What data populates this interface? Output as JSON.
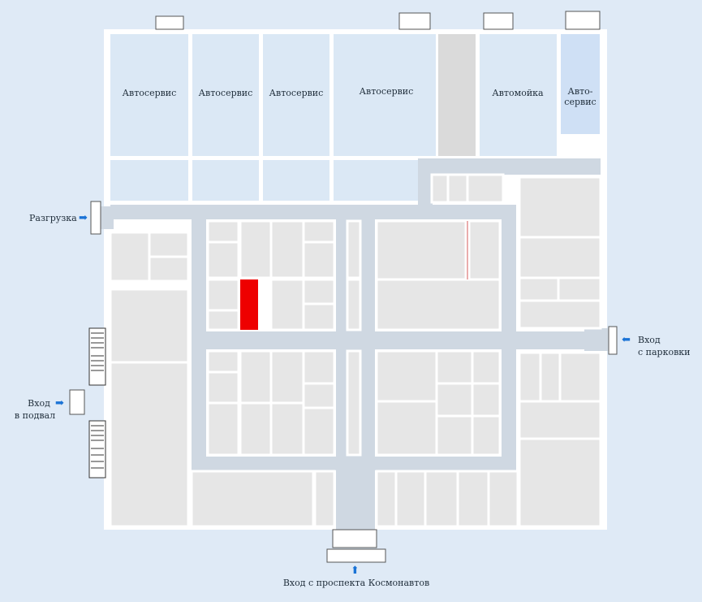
{
  "colors": {
    "background": "#dfeaf6",
    "wall": "#ffffff",
    "room": "#e6e6e6",
    "corridor": "#cfd8e2",
    "service_room": "#dbe8f5",
    "highlight": "#ee0000",
    "arrow": "#1a73d6"
  },
  "rooms": {
    "autoservice_1": "Автосервис",
    "autoservice_2": "Автосервис",
    "autoservice_3": "Автосервис",
    "autoservice_4": "Автосервис",
    "carwash": "Автомойка",
    "autoservice_small_line1": "Авто-",
    "autoservice_small_line2": "сервис"
  },
  "entrances": {
    "unloading": "Разгрузка",
    "parking_line1": "Вход",
    "parking_line2": "с парковки",
    "basement_line1": "Вход",
    "basement_line2": "в подвал",
    "main": "Вход с проспекта Космонавтов"
  },
  "icons": {
    "arrow": "arrow-right-icon",
    "arrow_up": "arrow-up-icon"
  }
}
